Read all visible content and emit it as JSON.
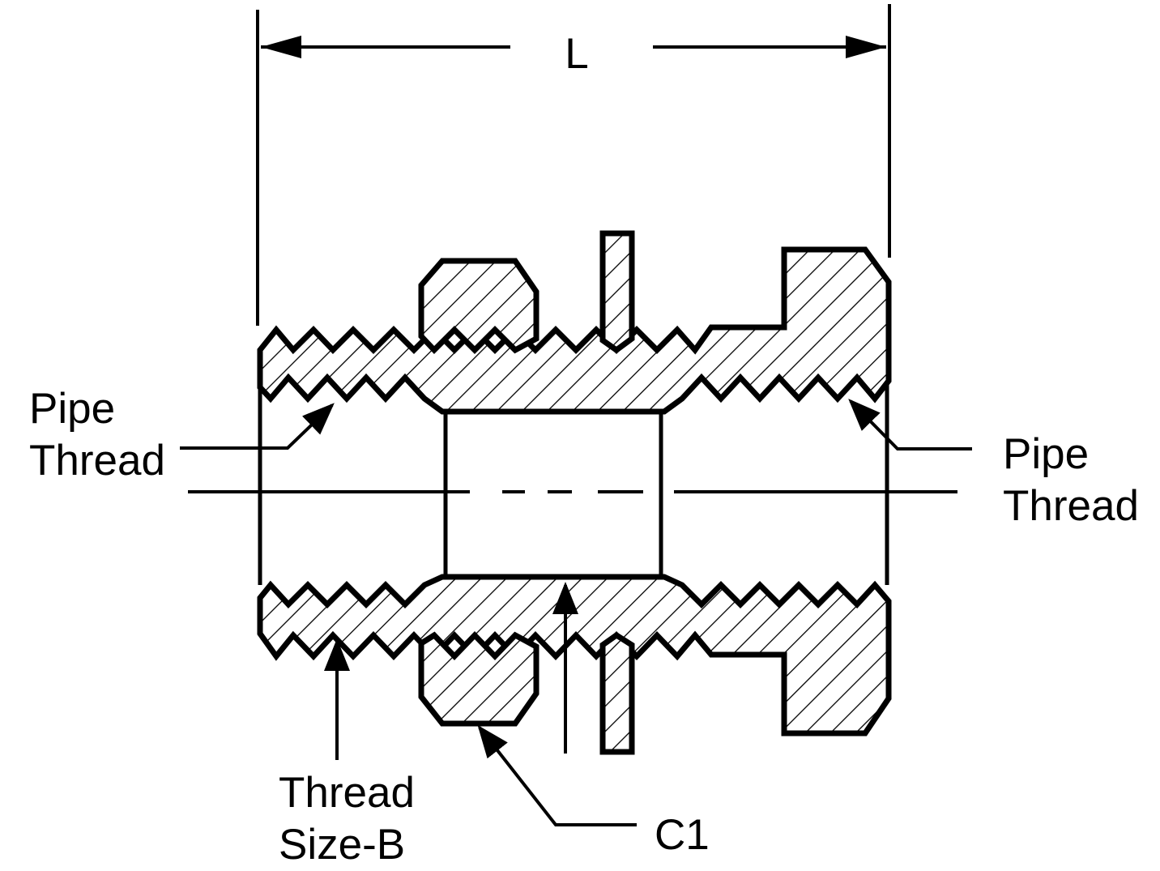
{
  "diagram": {
    "dimension_length": "L",
    "labels": {
      "pipe_thread_left": [
        "Pipe",
        "Thread"
      ],
      "pipe_thread_right": [
        "Pipe",
        "Thread"
      ],
      "thread_size": [
        "Thread",
        "Size-B"
      ],
      "c1": "C1"
    },
    "colors": {
      "ink": "#000000",
      "background": "#ffffff"
    }
  }
}
